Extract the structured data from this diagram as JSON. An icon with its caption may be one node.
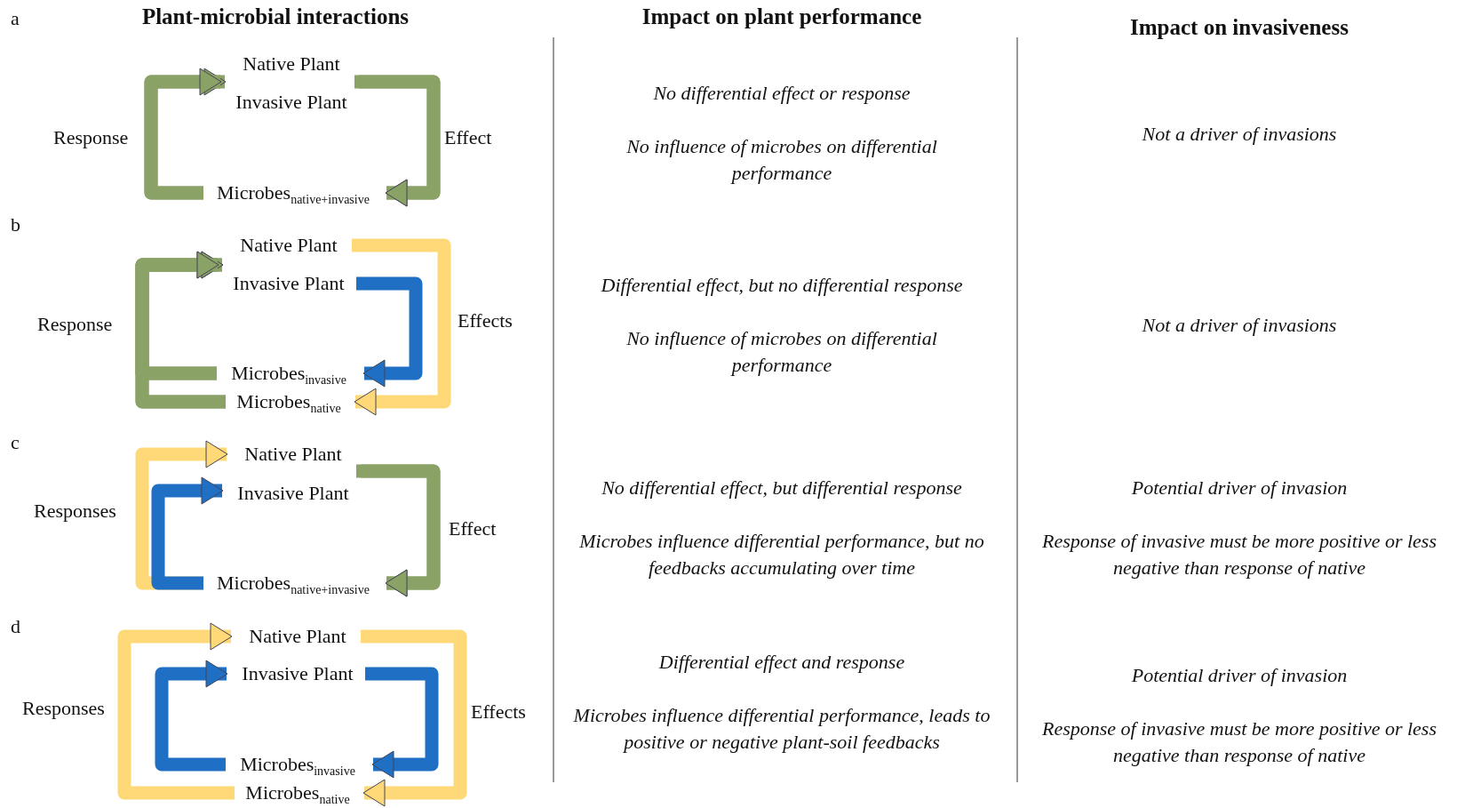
{
  "diagram": {
    "nodes": [
      {
        "text": [
          "Native Plant"
        ]
      },
      {
        "text": [
          "Invasive Plant"
        ]
      },
      {
        "text": [
          "Microbes$_{native+invasive}$"
        ]
      },
      {
        "text": [
          "Native Plant"
        ]
      },
      {
        "text": [
          "Invasive Plant"
        ]
      },
      {
        "text": [
          "Microbes$_{invasive}$"
        ]
      },
      {
        "text": [
          "Microbes$_{native}$"
        ]
      },
      {
        "text": [
          "Native Plant"
        ]
      },
      {
        "text": [
          "Invasive Plant"
        ]
      },
      {
        "text": [
          "Microbes$_{native+invasive}$"
        ]
      },
      {
        "text": [
          "Native Plant"
        ]
      },
      {
        "text": [
          "Invasive Plant"
        ]
      },
      {
        "text": [
          "Microbes$_{invasive}$"
        ]
      },
      {
        "text": [
          "Microbes$_{native}$"
        ]
      }
    ],
    "edges": [
      {
        "from": 0,
        "to": 2,
        "arrow": "to",
        "label": "Effect",
        "color": "#8aa266"
      },
      {
        "from": 1,
        "to": 2,
        "arrow": "to",
        "color": "#8aa266"
      },
      {
        "from": 2,
        "to": 0,
        "arrow": "to",
        "label": "Response",
        "color": "#8aa266"
      },
      {
        "from": 2,
        "to": 1,
        "arrow": "to",
        "color": "#8aa266"
      },
      {
        "from": 3,
        "to": 6,
        "arrow": "to",
        "label": "Effects",
        "color": "#ffd978"
      },
      {
        "from": 4,
        "to": 5,
        "arrow": "to",
        "color": "#1f6fc4"
      },
      {
        "from": 5,
        "to": 3,
        "arrow": "to",
        "label": "Response",
        "color": "#8aa266"
      },
      {
        "from": 5,
        "to": 4,
        "arrow": "to",
        "color": "#8aa266"
      },
      {
        "from": 6,
        "to": 3,
        "arrow": "to",
        "color": "#8aa266"
      },
      {
        "from": 6,
        "to": 4,
        "arrow": "to",
        "color": "#8aa266"
      },
      {
        "from": 7,
        "to": 9,
        "arrow": "to",
        "label": "Effect",
        "color": "#8aa266"
      },
      {
        "from": 8,
        "to": 9,
        "arrow": "to",
        "color": "#8aa266"
      },
      {
        "from": 9,
        "to": 7,
        "arrow": "to",
        "label": "Responses",
        "color": "#ffd978"
      },
      {
        "from": 9,
        "to": 8,
        "arrow": "to",
        "color": "#1f6fc4"
      },
      {
        "from": 10,
        "to": 13,
        "arrow": "to",
        "label": "Effects",
        "color": "#ffd978"
      },
      {
        "from": 11,
        "to": 12,
        "arrow": "to",
        "color": "#1f6fc4"
      },
      {
        "from": 13,
        "to": 10,
        "arrow": "to",
        "label": "Responses",
        "color": "#ffd978"
      },
      {
        "from": 12,
        "to": 11,
        "arrow": "to",
        "color": "#1f6fc4"
      }
    ],
    "labels": [
      "a",
      "Plant-microbial interactions",
      "Impact on plant performance",
      "Impact on invasiveness",
      "No differential effect or response",
      "Not a driver of invasions",
      "No influence of microbes on differential performance",
      "b",
      "Differential effect, but no differential response",
      "No influence of microbes on differential performance",
      "Not a driver of invasions",
      "c",
      "No differential effect, but differential response",
      "Potential driver of invasion",
      "Microbes influence differential performance, but no feedbacks accumulating over time",
      "Response of invasive must be more positive or less negative than response of native",
      "d",
      "Differential effect and response",
      "Potential driver of invasion",
      "Microbes influence differential performance, leads to positive or negative plant-soil feedbacks",
      "Response of invasive must be more positive or less negative than response of native"
    ]
  }
}
